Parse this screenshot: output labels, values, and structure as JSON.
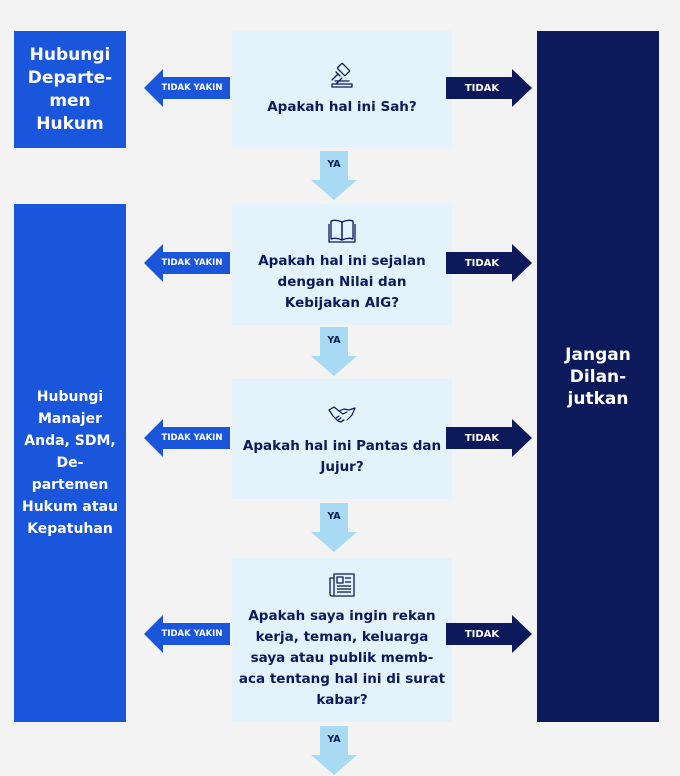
{
  "left_panel_top": {
    "text": "Hubungi Departe- men Hukum"
  },
  "left_panel_main": {
    "text": "Hubungi Manajer Anda, SDM, De- partemen Hukum atau Kepatuhan"
  },
  "right_panel": {
    "text": "Jangan Dilan- jutkan"
  },
  "questions": [
    {
      "text": "Apakah hal ini Sah?",
      "icon": "gavel-icon"
    },
    {
      "text": "Apakah hal ini sejalan dengan Nilai dan Kebijakan AIG?",
      "icon": "book-icon"
    },
    {
      "text": "Apakah hal ini Pantas dan Jujur?",
      "icon": "handshake-icon"
    },
    {
      "text": "Apakah saya ingin rekan kerja, teman, keluarga saya atau publik memb- aca tentang hal ini di surat kabar?",
      "icon": "newspaper-icon"
    }
  ],
  "labels": {
    "not_sure": "TIDAK YAKIN",
    "no": "TIDAK",
    "yes": "YA"
  },
  "colors": {
    "background": "#f3f3f3",
    "left_panel": "#1a56db",
    "right_panel": "#0c1a5b",
    "question_box": "#e3f2fb",
    "down_arrow": "#a9daf3",
    "icon": "#0c1a5b"
  }
}
